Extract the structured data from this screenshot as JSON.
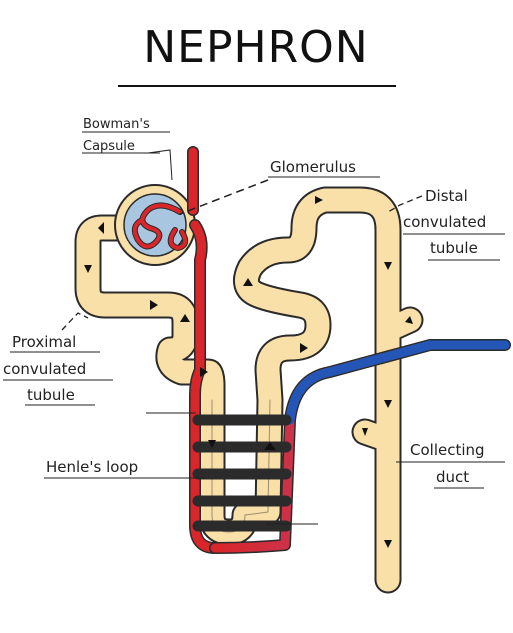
{
  "title": "NEPHRON",
  "labels": {
    "bowmans_capsule": [
      "Bowman's",
      "Capsule"
    ],
    "glomerulus": "Glomerulus",
    "distal": [
      "Distal",
      "convulated",
      "tubule"
    ],
    "proximal": [
      "Proximal",
      "convulated",
      "tubule"
    ],
    "henles_loop": "Henle's loop",
    "collecting_duct": [
      "Collecting",
      "duct"
    ]
  },
  "colors": {
    "tubule_fill": "#f9dfa8",
    "tubule_outline": "#2b2b2b",
    "artery": "#d8262b",
    "vein": "#2456b8",
    "capsule_inner": "#a9c6e0"
  }
}
